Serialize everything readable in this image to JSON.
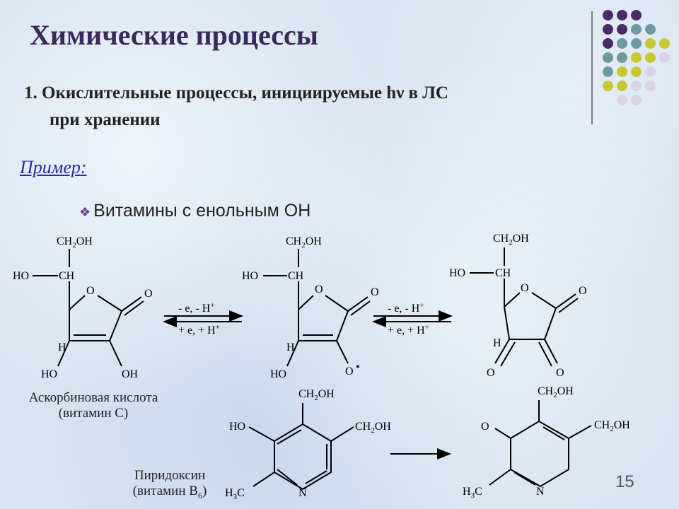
{
  "slide": {
    "title": "Химические процессы",
    "heading_line1": "1. Окислительные процессы, инициируемые hν в ЛС",
    "heading_line2": "при хранении",
    "example_label": "Пример:",
    "bullet_text": "Витамины с енольным ОН",
    "page_number": "15"
  },
  "labels": {
    "ascorbic_name": "Аскорбиновая кислота",
    "ascorbic_alt": "(витамин С)",
    "pyridoxine_name": "Пиридоксин",
    "pyridoxine_alt_prefix": "(витамин В",
    "pyridoxine_alt_sub": "6",
    "pyridoxine_alt_suffix": ")"
  },
  "arrows": {
    "forward": "- e, - H",
    "backward": "+ e, + H",
    "plus_sup": "+"
  },
  "atoms": {
    "CH2OH_main": "CH",
    "CH2OH_sub": "2",
    "CH2OH_tail": "OH",
    "HO": "HO",
    "CH": "CH",
    "O": "O",
    "H": "H",
    "OH": "OH",
    "N": "N",
    "H3C_main": "H",
    "H3C_sub": "3",
    "H3C_tail": "C",
    "radical_dot": "•"
  },
  "colors": {
    "title": "#3a2a5a",
    "example": "#2a2aa8",
    "dot_purple": "#4b2a6a",
    "dot_teal": "#6d9aa0",
    "dot_olive": "#c8c832",
    "dot_lavender": "#d8d4e6"
  }
}
